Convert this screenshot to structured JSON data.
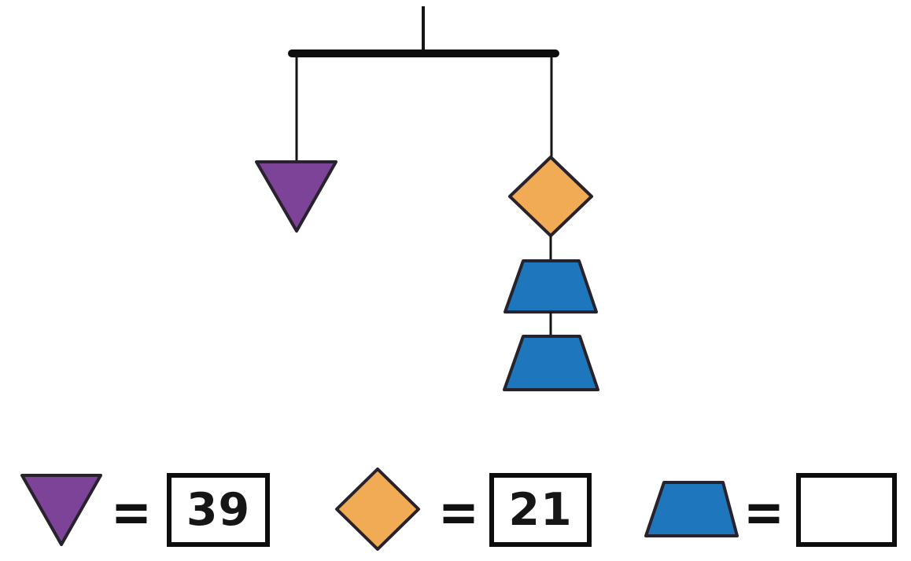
{
  "colors": {
    "purple": "#7C4399",
    "orange": "#F2AB55",
    "blue": "#1E76BC",
    "outline": "#27222B",
    "line": "#141414"
  },
  "mobile": {
    "left_arm_shapes": [
      "triangle"
    ],
    "right_arm_shapes": [
      "diamond",
      "trapezoid",
      "trapezoid"
    ]
  },
  "legend": {
    "equals_sign": "=",
    "items": [
      {
        "shape": "triangle",
        "value": "39"
      },
      {
        "shape": "diamond",
        "value": "21"
      },
      {
        "shape": "trapezoid",
        "value": ""
      }
    ]
  }
}
